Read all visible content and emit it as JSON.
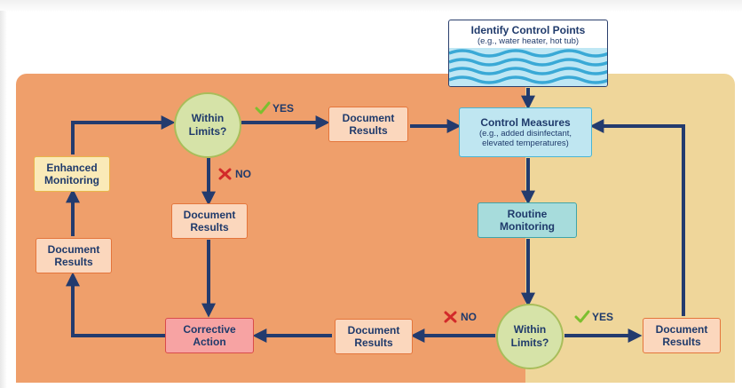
{
  "identify": {
    "title": "Identify Control Points",
    "subtitle": "(e.g., water heater, hot tub)"
  },
  "control_measures": {
    "title": "Control Measures",
    "subtitle": "(e.g., added disinfectant, elevated temperatures)"
  },
  "routine_monitoring": "Routine Monitoring",
  "enhanced_monitoring": "Enhanced Monitoring",
  "corrective_action": "Corrective Action",
  "within_limits": "Within Limits?",
  "document_results": "Document Results",
  "yes_label": "YES",
  "no_label": "NO",
  "colors": {
    "arrow": "#233b6e",
    "orange_region": "#ef9f6b",
    "yellow_region": "#efd69a",
    "check": "#7cbf2f",
    "cross": "#d22a2a"
  }
}
